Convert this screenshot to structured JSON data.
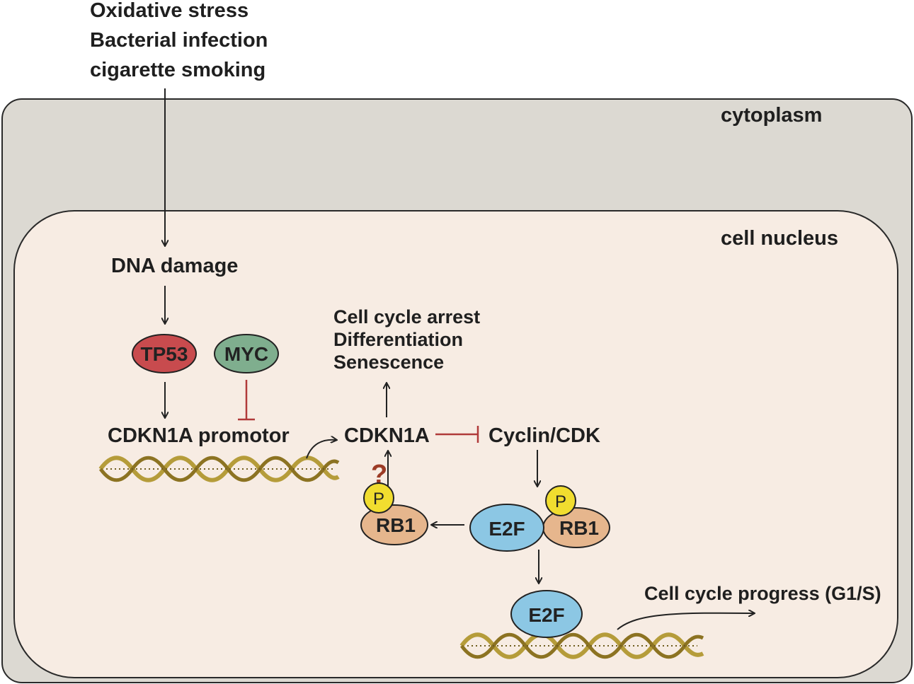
{
  "stimuli": [
    "Oxidative stress",
    "Bacterial infection",
    "cigarette smoking"
  ],
  "compartments": {
    "cytoplasm": "cytoplasm",
    "nucleus": "cell nucleus"
  },
  "nodes": {
    "dna_damage": "DNA damage",
    "tp53": "TP53",
    "myc": "MYC",
    "promotor": "CDKN1A promotor",
    "cdkn1a": "CDKN1A",
    "cyclin": "Cyclin/CDK",
    "outcomes": [
      "Cell cycle arrest",
      "Differentiation",
      "Senescence"
    ],
    "rb1_left": "RB1",
    "rb1_right": "RB1",
    "phospho_left": "P",
    "phospho_right": "P",
    "e2f_complex": "E2F",
    "e2f_free": "E2F",
    "question": "?",
    "progress": "Cell cycle progress (G1/S)"
  },
  "colors": {
    "cytoplasm": "#dcd9d2",
    "nucleus": "#f7ece3",
    "tp53": "#c84b4e",
    "myc": "#7fae8e",
    "rb1": "#e6b68d",
    "e2f": "#8cc7e4",
    "phospho": "#f1dd2f",
    "inhibition": "#b03a3a",
    "question": "#9c3b26",
    "dna": "#b59c3a"
  }
}
